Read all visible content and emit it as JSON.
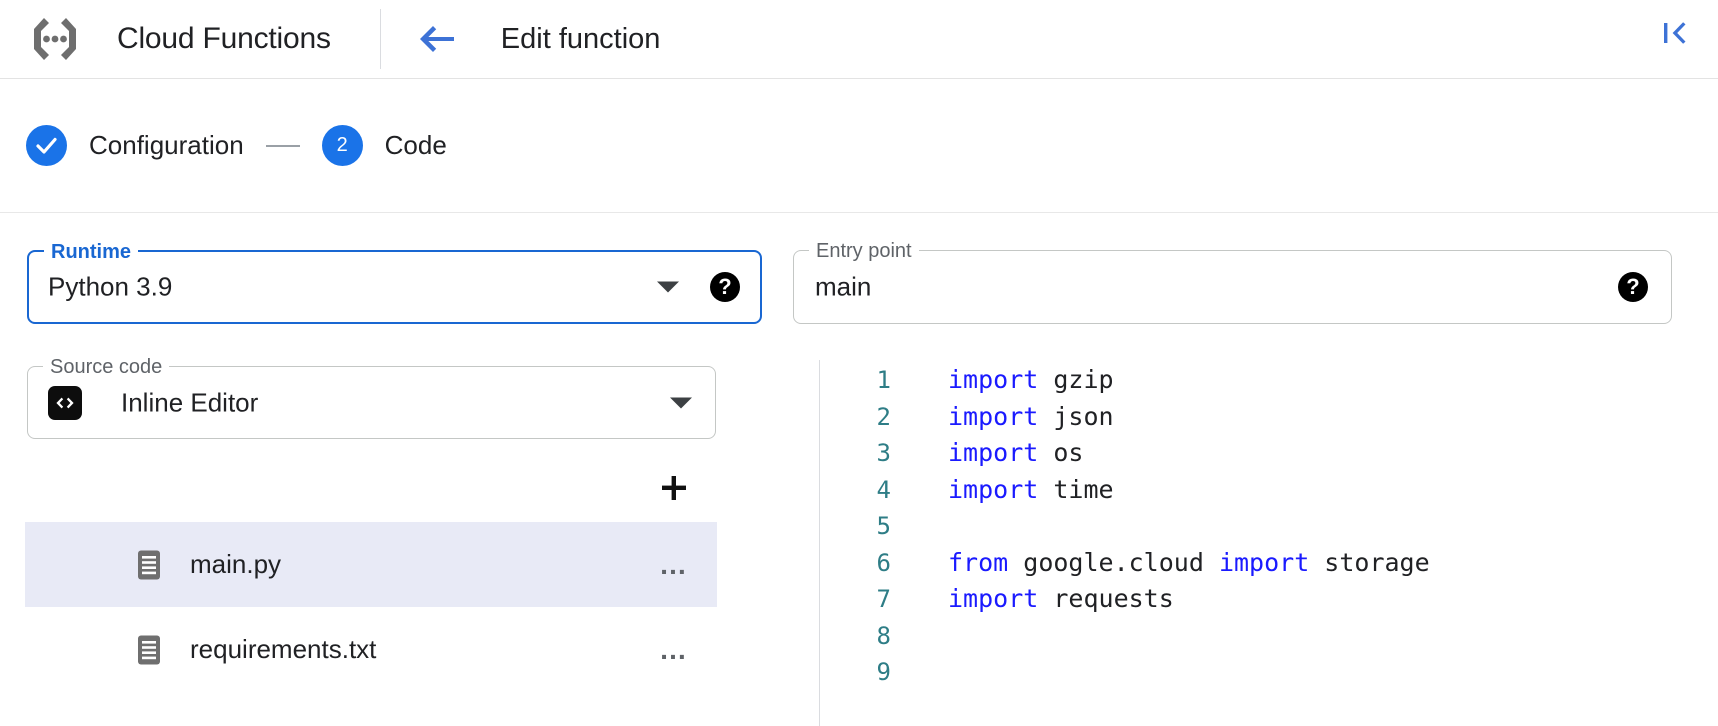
{
  "appbar": {
    "logo_icon": "cloud-functions-logo-icon",
    "product_title": "Cloud Functions",
    "back_icon": "arrow-left-icon",
    "page_heading": "Edit function",
    "collapse_icon": "collapse-panel-icon"
  },
  "stepper": {
    "steps": [
      {
        "marker": "✓",
        "label": "Configuration",
        "state": "completed"
      },
      {
        "marker": "2",
        "label": "Code",
        "state": "active"
      }
    ],
    "accent_color": "#1a73e8"
  },
  "form": {
    "runtime": {
      "legend": "Runtime",
      "value": "Python 3.9",
      "focused": true,
      "caret_icon": "chevron-down-icon",
      "help_icon": "help-icon",
      "help_glyph": "?"
    },
    "entry_point": {
      "legend": "Entry point",
      "value": "main",
      "help_icon": "help-icon",
      "help_glyph": "?"
    },
    "source_code": {
      "legend": "Source code",
      "value": "Inline Editor",
      "badge_icon": "code-brackets-icon",
      "caret_icon": "chevron-down-icon"
    }
  },
  "files": {
    "add_label": "+",
    "add_icon": "add-file-icon",
    "menu_glyph": "…",
    "items": [
      {
        "name": "main.py",
        "selected": true,
        "icon": "file-document-icon"
      },
      {
        "name": "requirements.txt",
        "selected": false,
        "icon": "file-document-icon"
      }
    ],
    "selected_bg": "#e8eaf6"
  },
  "editor": {
    "language": "python",
    "lines": [
      {
        "n": "1",
        "tokens": [
          {
            "t": "import",
            "c": "kw"
          },
          {
            "t": " gzip",
            "c": "id"
          }
        ]
      },
      {
        "n": "2",
        "tokens": [
          {
            "t": "import",
            "c": "kw"
          },
          {
            "t": " json",
            "c": "id"
          }
        ]
      },
      {
        "n": "3",
        "tokens": [
          {
            "t": "import",
            "c": "kw"
          },
          {
            "t": " os",
            "c": "id"
          }
        ]
      },
      {
        "n": "4",
        "tokens": [
          {
            "t": "import",
            "c": "kw"
          },
          {
            "t": " time",
            "c": "id"
          }
        ]
      },
      {
        "n": "5",
        "tokens": []
      },
      {
        "n": "6",
        "tokens": [
          {
            "t": "from",
            "c": "kw"
          },
          {
            "t": " google.cloud ",
            "c": "id"
          },
          {
            "t": "import",
            "c": "kw"
          },
          {
            "t": " storage",
            "c": "id"
          }
        ]
      },
      {
        "n": "7",
        "tokens": [
          {
            "t": "import",
            "c": "kw"
          },
          {
            "t": " requests",
            "c": "id"
          }
        ]
      },
      {
        "n": "8",
        "tokens": []
      },
      {
        "n": "9",
        "tokens": []
      }
    ],
    "keyword_color": "#1a1aff",
    "linenumber_color": "#2e7d86",
    "text_color": "#202124"
  }
}
